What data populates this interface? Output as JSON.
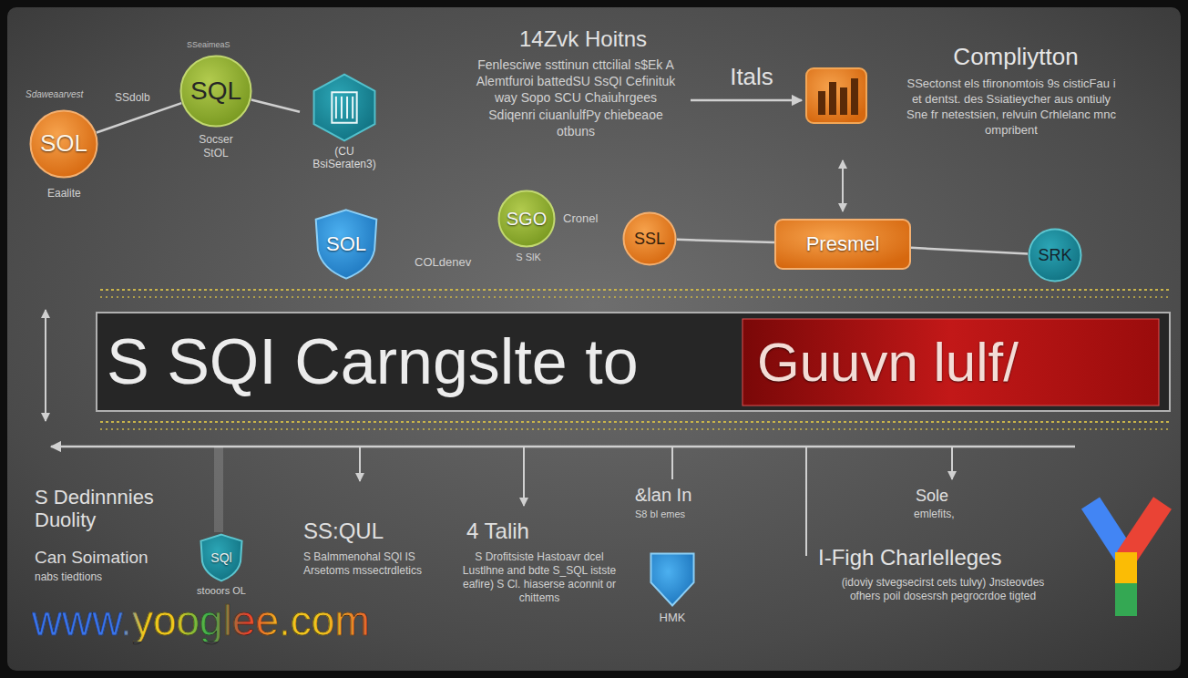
{
  "diagram": {
    "nodes": [
      {
        "text": [
          "SOL"
        ]
      },
      {
        "text": [
          "SQL"
        ]
      },
      {
        "text": [
          "(CU BsiSeraten3)"
        ]
      },
      {
        "text": [
          "SOL"
        ]
      },
      {
        "text": [
          "SGO"
        ]
      },
      {
        "text": [
          "SSL"
        ]
      },
      {
        "text": [
          "Presmel"
        ]
      },
      {
        "text": [
          "SRK"
        ]
      },
      {
        "text": [
          "S SQI Carngslte to"
        ]
      },
      {
        "text": [
          "Guuvn lulf/"
        ],
        "in": 8
      },
      {
        "text": [
          "SQl"
        ]
      },
      {
        "text": [
          "HMK"
        ]
      }
    ],
    "edges": [
      {
        "from": 0,
        "to": 1,
        "arrow": "none"
      },
      {
        "from": 1,
        "to": 2,
        "arrow": "none"
      },
      {
        "from": 5,
        "to": 6,
        "arrow": "none"
      },
      {
        "from": 6,
        "to": 7,
        "arrow": "none"
      }
    ],
    "labels": [
      "SSeaimeaS",
      "Sdaweaarvest",
      "SSdolb",
      "Socser StOL",
      "Eaalite",
      "14Zvk Hoitns",
      "Fenlesciwe ssttinun cttcilial s$Ek A Alemtfuroi battedSU SsQI Cefinituk way Sopo SCU Chaiuhrgees Sdiqenri ciuanlulfPy chiebeaoe otbuns",
      "Itals",
      "Compliytton",
      "SSectonst els tfironomtois 9s cisticFau i et dentst. des Ssiatieycher aus ontiuly Sne fr netestsien, relvuin Crhlelanc mnc ompribent",
      "COLdenev",
      "Cronel",
      "S SlK",
      "S Dedinnnies Duolity",
      "Can Soimation",
      "nabs tiedtions",
      "stooors OL",
      "SS:QUL",
      "S Balmmenohal SQl IS Arsetoms mssectrdletics",
      "4 Talih",
      "S Drofitsiste Hastoavr dcel Lustlhne and bdte S_SQL istste eafire) S Cl. hiaserse aconnit or chittems",
      "&lan In",
      "S8 bl emes",
      "Sole",
      "emlefits,",
      "I-Figh Charlelleges",
      "(idoviy stvegsecirst cets tulvy) Jnsteovdes ofhers poil dosesrsh pegrocrdoe tigted",
      "www.yooglee.com"
    ]
  }
}
